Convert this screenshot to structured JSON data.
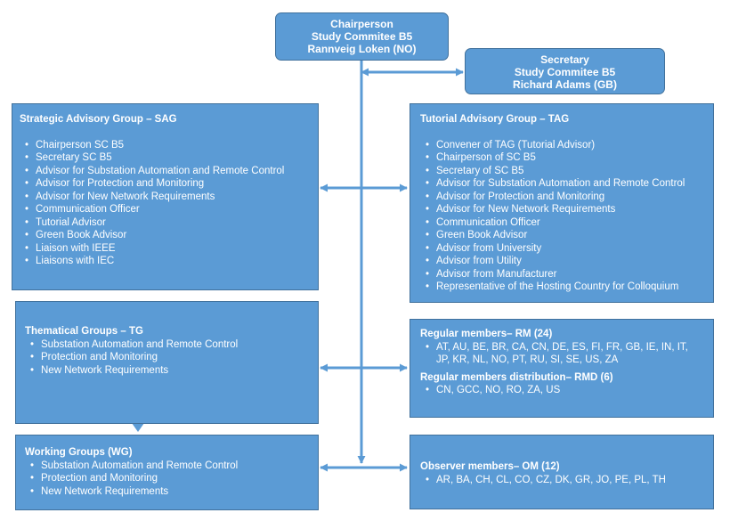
{
  "chair": {
    "line1": "Chairperson",
    "line2": "Study Commitee B5",
    "line3": "Rannveig Loken (NO)"
  },
  "secretary": {
    "line1": "Secretary",
    "line2": "Study Commitee B5",
    "line3": "Richard Adams (GB)"
  },
  "sag": {
    "title": "Strategic Advisory Group – SAG",
    "items": [
      "Chairperson SC B5",
      "Secretary SC B5",
      "Advisor for Substation Automation and Remote Control",
      "Advisor for Protection and Monitoring",
      "Advisor for New Network Requirements",
      "Communication Officer",
      "Tutorial Advisor",
      "Green Book Advisor",
      "Liaison  with IEEE",
      "Liaisons with IEC"
    ]
  },
  "tag": {
    "title": "Tutorial Advisory Group – TAG",
    "items": [
      "Convener of TAG (Tutorial Advisor)",
      "Chairperson of SC B5",
      "Secretary of SC B5",
      "Advisor for Substation Automation and Remote Control",
      "Advisor for Protection and Monitoring",
      "Advisor for New Network Requirements",
      "Communication Officer",
      "Green Book Advisor",
      "Advisor from University",
      "Advisor from Utility",
      "Advisor from Manufacturer",
      "Representative of the Hosting Country for Colloquium"
    ]
  },
  "tg": {
    "title": "Thematical Groups – TG",
    "items": [
      "Substation Automation and Remote Control",
      "Protection and Monitoring",
      "New Network Requirements"
    ]
  },
  "wg": {
    "title": "Working Groups (WG)",
    "items": [
      "Substation Automation and Remote Control",
      "Protection and Monitoring",
      "New Network Requirements"
    ]
  },
  "rm": {
    "title": "Regular members– RM (24)",
    "items": [
      "AT, AU, BE, BR, CA, CN, DE, ES, FI, FR, GB, IE, IN, IT, JP, KR, NL, NO, PT, RU, SI, SE, US, ZA"
    ],
    "title2": "Regular members  distribution– RMD (6)",
    "items2": [
      "CN, GCC, NO, RO, ZA, US"
    ]
  },
  "om": {
    "title": "Observer members– OM (12)",
    "items": [
      "AR, BA, CH, CL, CO, CZ, DK, GR, JO, PE, PL, TH"
    ]
  },
  "colors": {
    "box": "#5b9bd5",
    "border": "#41719c",
    "connector": "#5b9bd5",
    "text": "#ffffff"
  }
}
